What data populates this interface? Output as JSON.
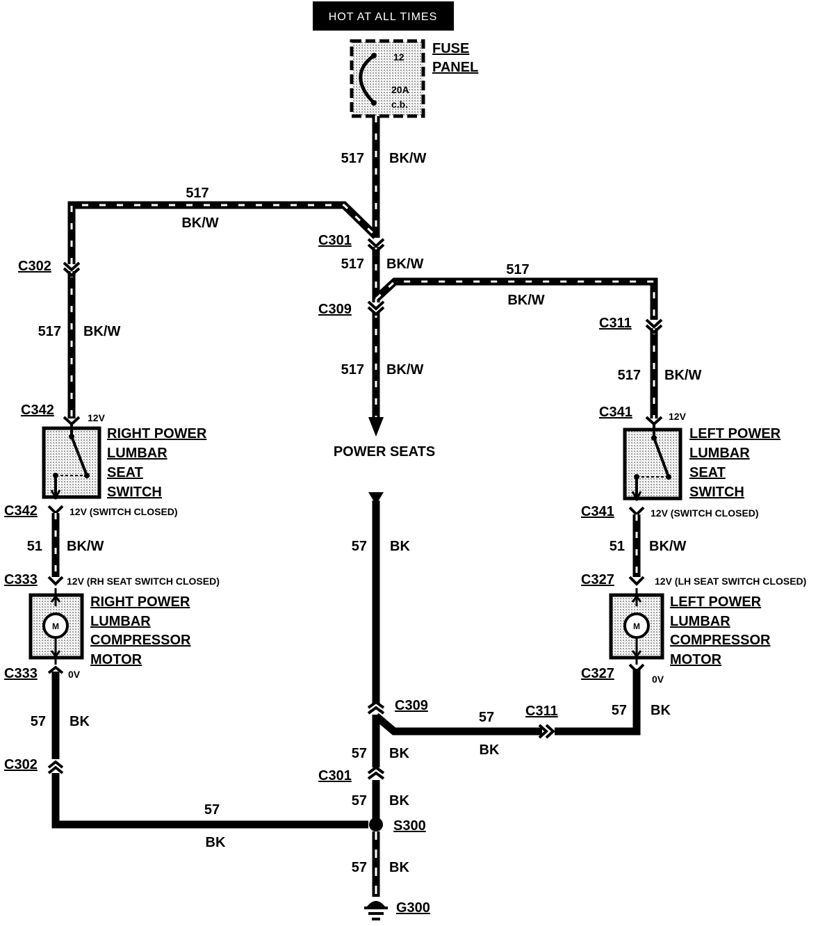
{
  "header": {
    "hot_label": "HOT AT ALL TIMES"
  },
  "fuse": {
    "number": "12",
    "rating": "20A",
    "type": "c.b.",
    "label_1": "FUSE",
    "label_2": "PANEL"
  },
  "wires": {
    "circuit_517": "517",
    "color_bkw": "BK/W",
    "circuit_51": "51",
    "circuit_57": "57",
    "color_bk": "BK"
  },
  "connectors": {
    "c301": "C301",
    "c302": "C302",
    "c309": "C309",
    "c311": "C311",
    "c342": "C342",
    "c341": "C341",
    "c333": "C333",
    "c327": "C327",
    "s300": "S300",
    "g300": "G300"
  },
  "voltages": {
    "v12": "12V",
    "v12_switch_closed": "12V (SWITCH CLOSED)",
    "v12_rh_closed": "12V (RH SEAT SWITCH CLOSED)",
    "v12_lh_closed": "12V (LH SEAT SWITCH CLOSED)",
    "v0": "0V"
  },
  "power_seats": {
    "label": "POWER SEATS"
  },
  "right_switch": {
    "line1": "RIGHT POWER",
    "line2": "LUMBAR",
    "line3": "SEAT",
    "line4": "SWITCH"
  },
  "left_switch": {
    "line1": "LEFT POWER",
    "line2": "LUMBAR",
    "line3": "SEAT",
    "line4": "SWITCH"
  },
  "right_motor": {
    "line1": "RIGHT POWER",
    "line2": "LUMBAR",
    "line3": "COMPRESSOR",
    "line4": "MOTOR",
    "symbol": "M"
  },
  "left_motor": {
    "line1": "LEFT POWER",
    "line2": "LUMBAR",
    "line3": "COMPRESSOR",
    "line4": "MOTOR",
    "symbol": "M"
  }
}
